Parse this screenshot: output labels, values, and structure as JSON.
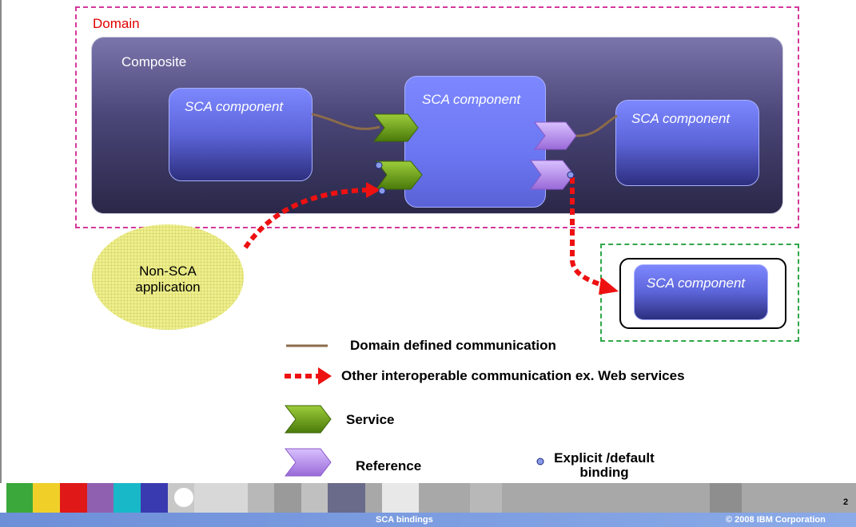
{
  "domain_label": "Domain",
  "composite_label": "Composite",
  "components": {
    "left": "SCA component",
    "center": "SCA component",
    "right": "SCA component",
    "external": "SCA component"
  },
  "non_sca": {
    "line1": "Non-SCA",
    "line2": "application"
  },
  "legend": {
    "domain_communication": "Domain defined communication",
    "other_communication": "Other interoperable communication ex. Web services",
    "service": "Service",
    "reference": "Reference",
    "binding_line1": "Explicit /default",
    "binding_line2": "binding"
  },
  "footer": {
    "title": "SCA bindings",
    "copyright": "© 2008 IBM Corporation",
    "page_number": "2"
  },
  "colors": {
    "domain_border": "#d4379a",
    "domain_label": "#e00000",
    "external_border": "#2fa84a",
    "wire": "#8b6b4a",
    "web_service_arrow": "#ee1111",
    "service_green": "#6a9a12",
    "reference_purple": "#b48ae6",
    "binding_dot": "#8a9ae8"
  },
  "icons": {
    "service": "service-chevron-icon",
    "reference": "reference-chevron-icon",
    "binding": "binding-dot-icon"
  }
}
